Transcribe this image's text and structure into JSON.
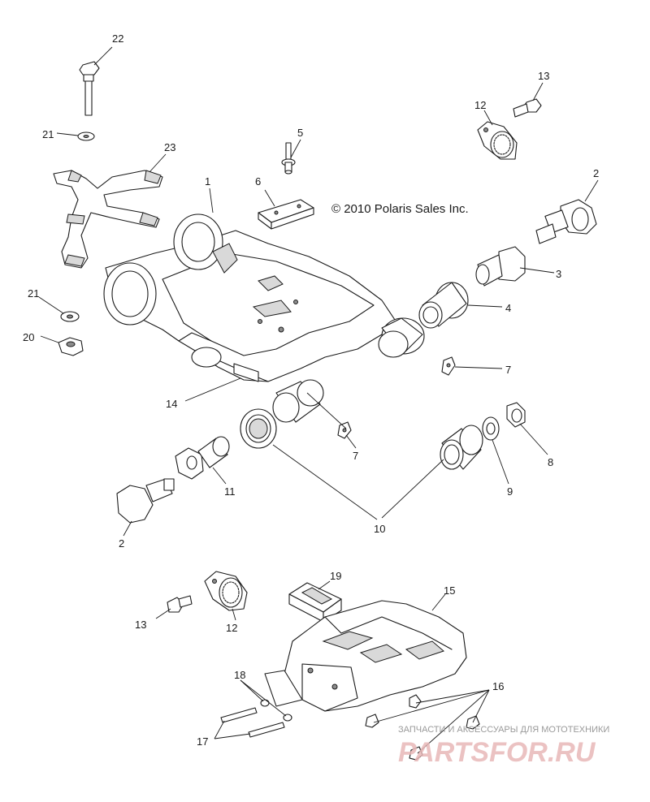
{
  "copyright": "© 2010 Polaris Sales Inc.",
  "watermark": {
    "subtitle": "ЗАПЧАСТИ И АКСЕССУАРЫ ДЛЯ МОТОТЕХНИКИ",
    "brand": "PARTSFOR.RU",
    "color": "#e8b8b8"
  },
  "callouts": {
    "c1": "1",
    "c2a": "2",
    "c2b": "2",
    "c3": "3",
    "c4": "4",
    "c5": "5",
    "c6": "6",
    "c7a": "7",
    "c7b": "7",
    "c8": "8",
    "c9": "9",
    "c10": "10",
    "c11": "11",
    "c12a": "12",
    "c12b": "12",
    "c13a": "13",
    "c13b": "13",
    "c14": "14",
    "c15": "15",
    "c16": "16",
    "c17": "17",
    "c18": "18",
    "c19": "19",
    "c20": "20",
    "c21a": "21",
    "c21b": "21",
    "c22": "22",
    "c23": "23"
  }
}
